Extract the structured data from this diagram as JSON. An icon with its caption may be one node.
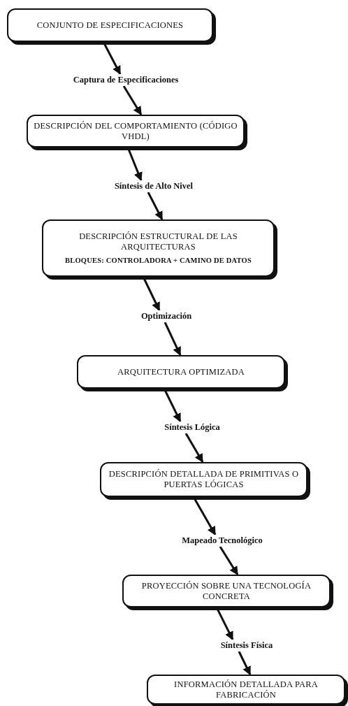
{
  "diagram": {
    "nodes": [
      {
        "text": [
          "CONJUNTO DE ESPECIFICACIONES"
        ]
      },
      {
        "text": [
          "Captura de Especificaciones"
        ]
      },
      {
        "text": [
          "DESCRIPCIÓN DEL COMPORTAMIENTO (CÓDIGO VHDL)"
        ]
      },
      {
        "text": [
          "Síntesis de Alto Nivel"
        ]
      },
      {
        "text": [
          "DESCRIPCIÓN ESTRUCTURAL DE LAS ARQUITECTURAS",
          "BLOQUES: CONTROLADORA + CAMINO DE DATOS"
        ]
      },
      {
        "text": [
          "Optimización"
        ]
      },
      {
        "text": [
          "ARQUITECTURA OPTIMIZADA"
        ]
      },
      {
        "text": [
          "Síntesis Lógica"
        ]
      },
      {
        "text": [
          "DESCRIPCIÓN DETALLADA DE PRIMITIVAS O PUERTAS LÓGICAS"
        ]
      },
      {
        "text": [
          "Mapeado Tecnológico"
        ]
      },
      {
        "text": [
          "PROYECCIÓN SOBRE UNA TECNOLOGÍA CONCRETA"
        ]
      },
      {
        "text": [
          "Síntesis Física"
        ]
      },
      {
        "text": [
          "INFORMACIÓN DETALLADA PARA FABRICACIÓN"
        ]
      }
    ],
    "edges": [
      {
        "from": 0,
        "to": 1,
        "arrow": "to"
      },
      {
        "from": 1,
        "to": 2,
        "arrow": "to"
      },
      {
        "from": 2,
        "to": 3,
        "arrow": "to"
      },
      {
        "from": 3,
        "to": 4,
        "arrow": "to"
      },
      {
        "from": 4,
        "to": 5,
        "arrow": "to"
      },
      {
        "from": 5,
        "to": 6,
        "arrow": "to"
      },
      {
        "from": 6,
        "to": 7,
        "arrow": "to"
      },
      {
        "from": 7,
        "to": 8,
        "arrow": "to"
      },
      {
        "from": 8,
        "to": 9,
        "arrow": "to"
      },
      {
        "from": 9,
        "to": 10,
        "arrow": "to"
      },
      {
        "from": 10,
        "to": 11,
        "arrow": "to"
      },
      {
        "from": 11,
        "to": 12,
        "arrow": "to"
      }
    ]
  }
}
